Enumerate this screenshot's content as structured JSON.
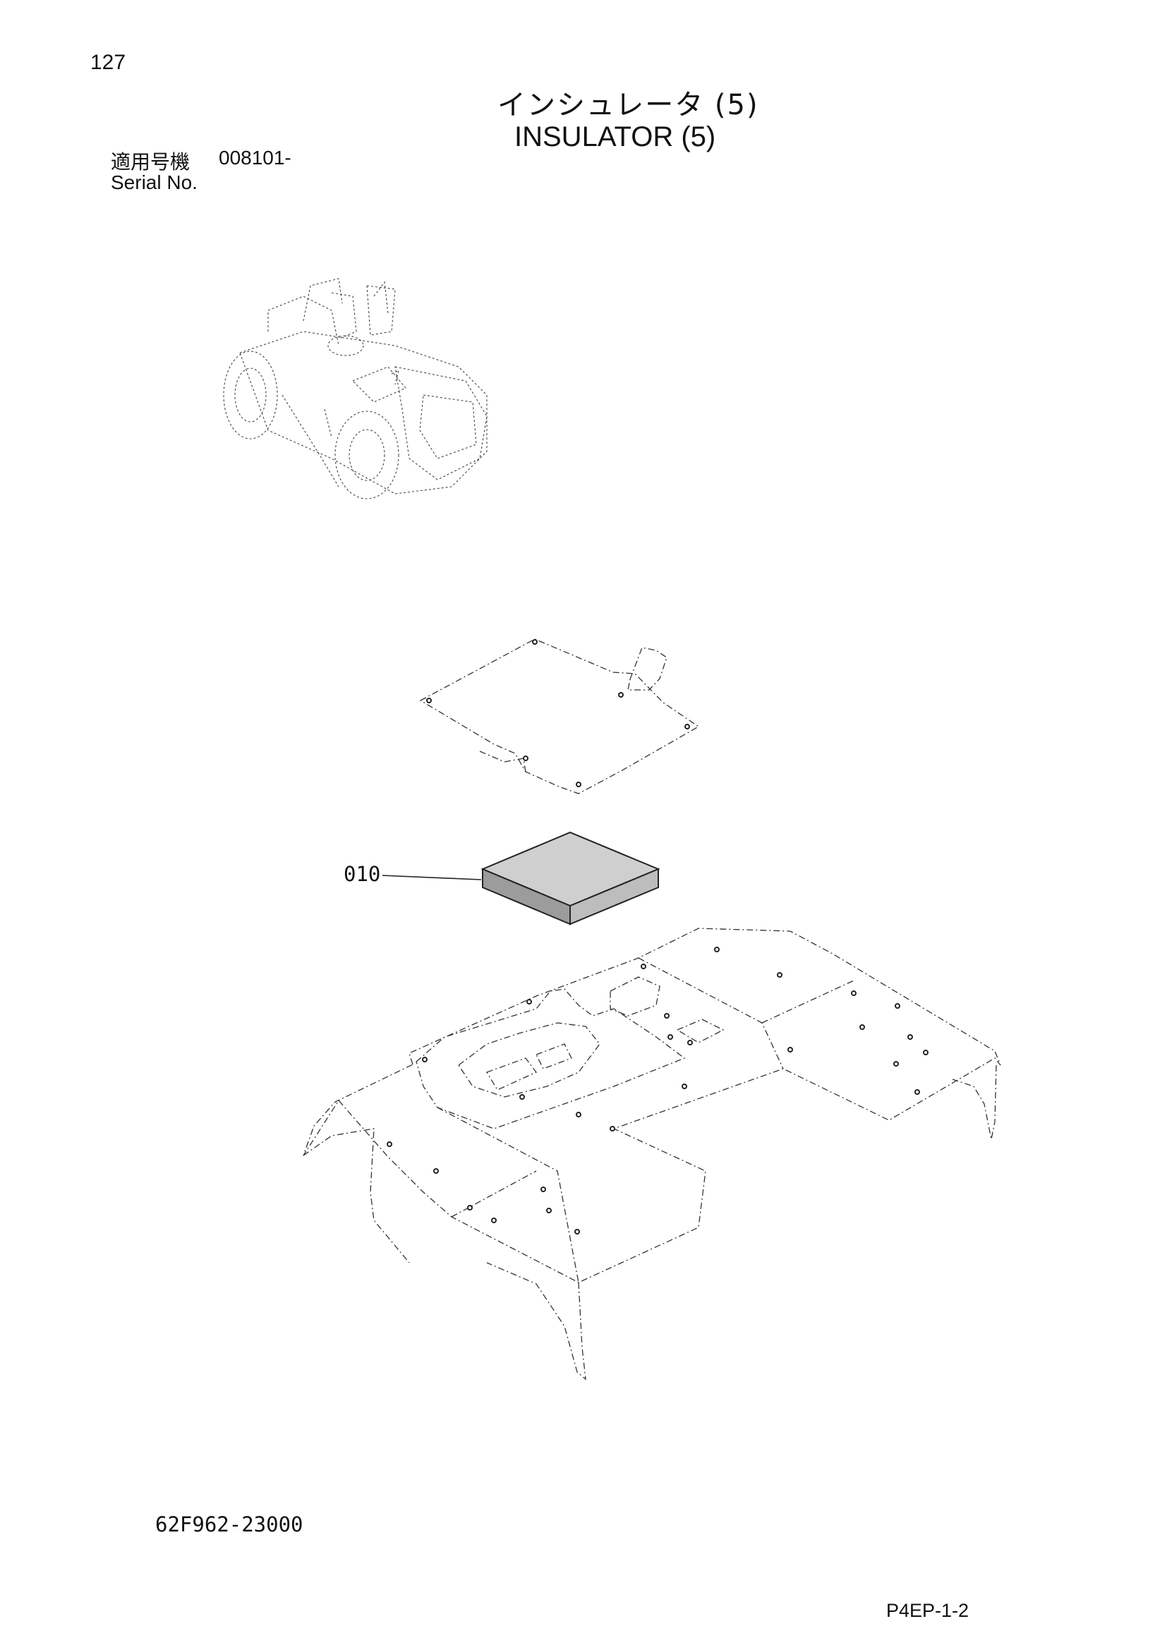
{
  "page": {
    "number": "127",
    "title_jp": "インシュレータ (5)",
    "title_en": "INSULATOR (5)",
    "serial_label_jp": "適用号機",
    "serial_value": "008101-",
    "serial_label_en": "Serial No.",
    "part_code": "62F962-23000",
    "page_code": "P4EP-1-2"
  },
  "callouts": [
    {
      "label": "010",
      "part": "insulator pad"
    }
  ]
}
